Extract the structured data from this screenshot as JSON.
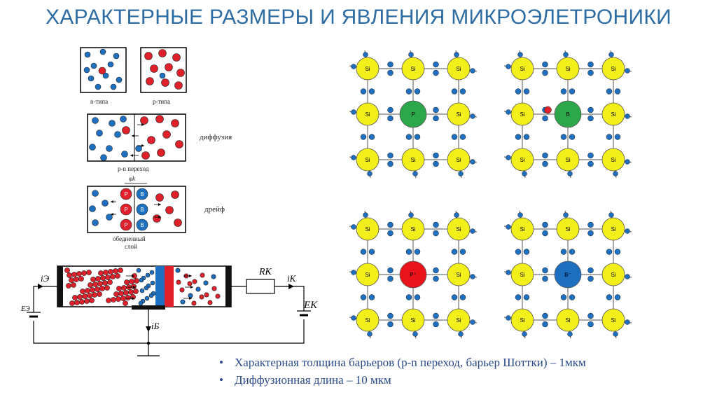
{
  "title": "ХАРАКТЕРНЫЕ РАЗМЕРЫ И ЯВЛЕНИЯ МИКРОЭЛЕТРОНИКИ",
  "left_panel": {
    "n_type_label": "n-типа",
    "p_type_label": "p-типа",
    "pn_junction_label": "p-n переход",
    "diffusion_label": "диффузия",
    "drift_label": "дрейф",
    "phi_label": "φk",
    "depleted_label_1": "обедненный",
    "depleted_label_2": "слой",
    "ion_p": "P",
    "ion_b": "B"
  },
  "circuit": {
    "ie_label": "iЭ",
    "ee_label": "EЭ",
    "rk_label": "RK",
    "ik_label": "iK",
    "ek_label": "EK",
    "ib_label": "iБ"
  },
  "lattices": [
    {
      "center": "P",
      "center_color": "#2ca84a",
      "extra_electron": false
    },
    {
      "center": "B",
      "center_color": "#2ca84a",
      "extra_electron": true
    },
    {
      "center": "P⁺",
      "center_color": "#e8131b",
      "extra_electron": false
    },
    {
      "center": "B⁻",
      "center_color": "#1e6fc0",
      "extra_electron": false
    }
  ],
  "si_label": "Si",
  "colors": {
    "electron": "#1e6fc0",
    "hole": "#e0202a",
    "si": "#f2ef1a",
    "title": "#2e6da4"
  },
  "bullets": [
    "Характерная толщина барьеров (p-n переход, барьер Шоттки) – 1мкм",
    "Диффузионная длина – 10 мкм"
  ]
}
